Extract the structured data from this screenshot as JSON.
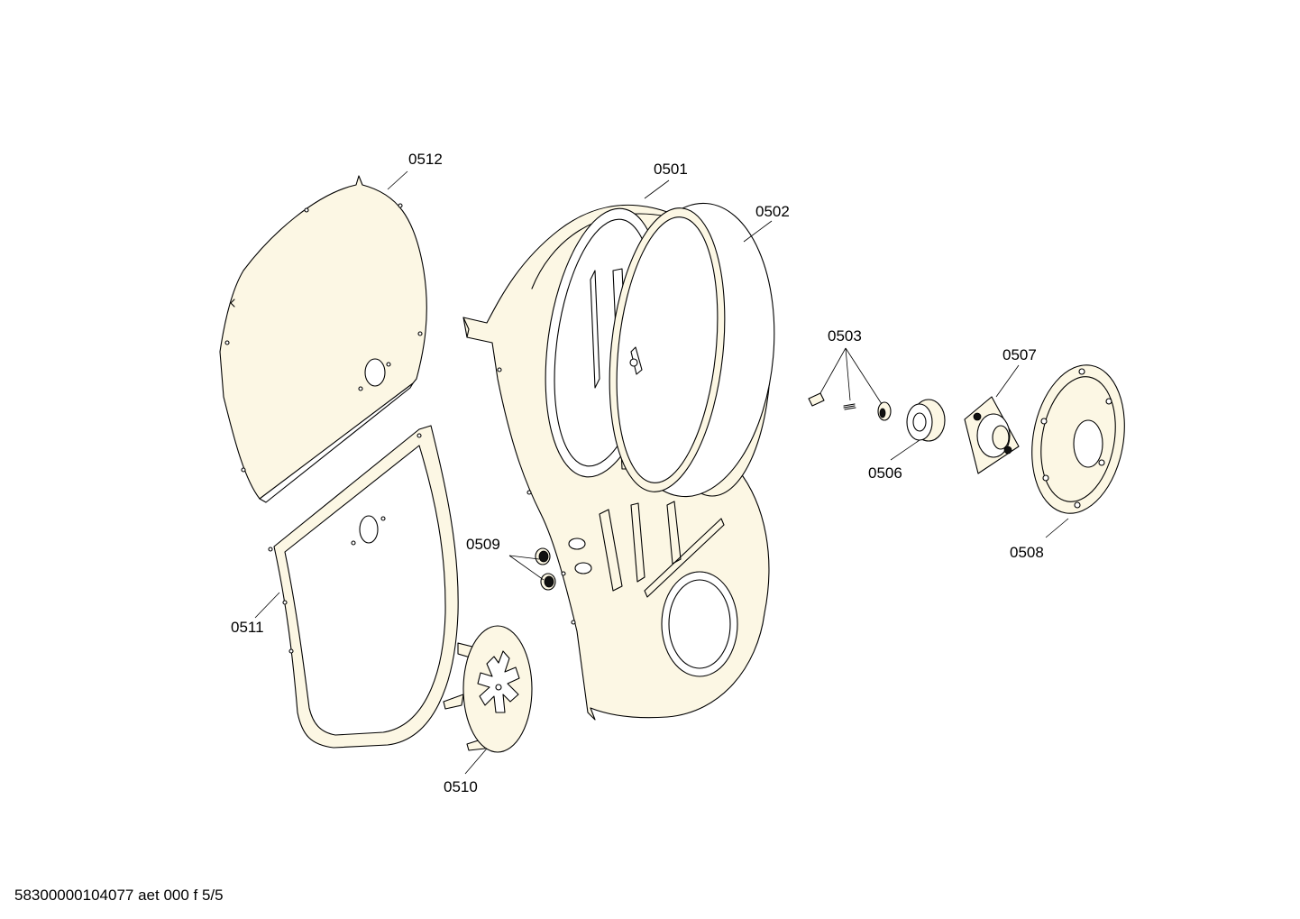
{
  "parts": {
    "p0501": "0501",
    "p0502": "0502",
    "p0503": "0503",
    "p0506": "0506",
    "p0507": "0507",
    "p0508": "0508",
    "p0509": "0509",
    "p0510": "0510",
    "p0511": "0511",
    "p0512": "0512"
  },
  "footer": "58300000104077 aet 000 f 5/5"
}
